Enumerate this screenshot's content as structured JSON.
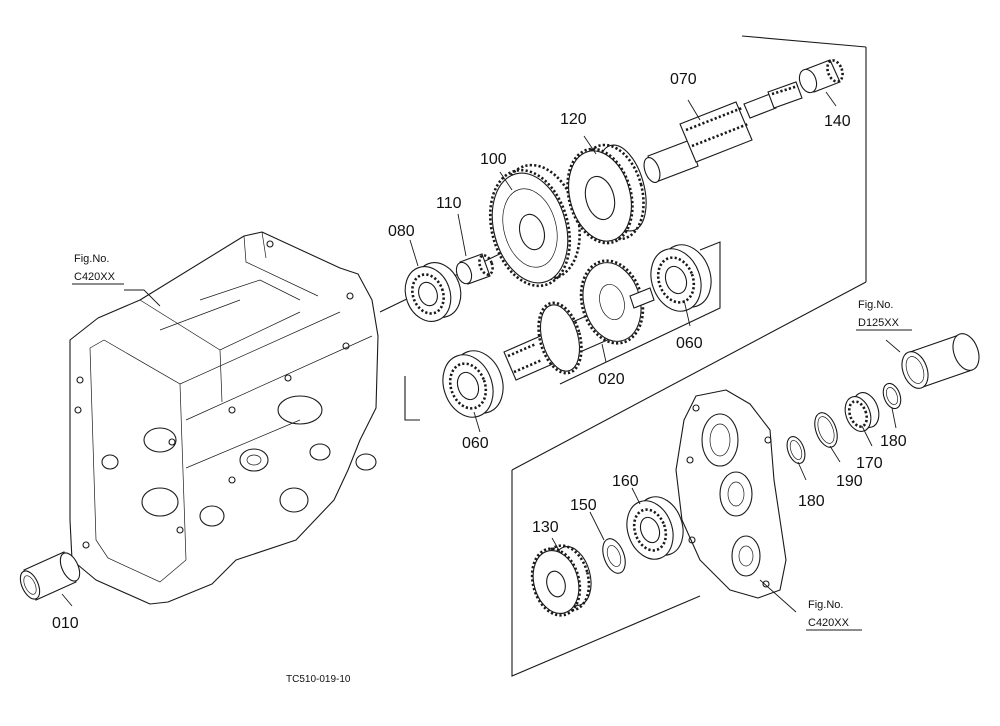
{
  "figure_code": "TC510-019-10",
  "part_labels": {
    "p010": "010",
    "p020": "020",
    "p060a": "060",
    "p060b": "060",
    "p070": "070",
    "p080": "080",
    "p100": "100",
    "p110": "110",
    "p120": "120",
    "p130": "130",
    "p140": "140",
    "p150": "150",
    "p160": "160",
    "p170": "170",
    "p180a": "180",
    "p180b": "180",
    "p190": "190"
  },
  "figure_refs": {
    "housing_left": {
      "line1": "Fig.No.",
      "line2": "C420XX"
    },
    "bushing_right": {
      "line1": "Fig.No.",
      "line2": "D125XX"
    },
    "cover_bottom": {
      "line1": "Fig.No.",
      "line2": "C420XX"
    }
  }
}
